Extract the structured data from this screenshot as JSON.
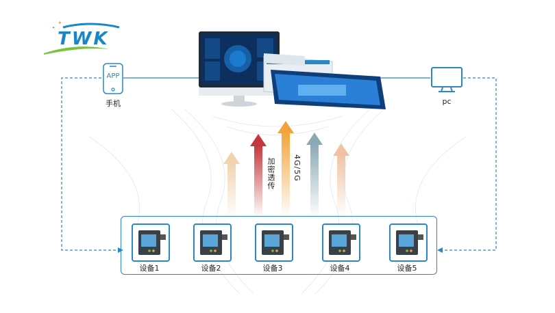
{
  "logo": {
    "text": "TWK"
  },
  "app_icon": {
    "text": "APP",
    "label": "手机"
  },
  "pc": {
    "label": "pc"
  },
  "arrows": [
    {
      "label": "",
      "color": "#f1d3ad"
    },
    {
      "label": "加密透传",
      "color": "#c4373c"
    },
    {
      "label": "4G/5G",
      "color": "#f2a43a"
    },
    {
      "label": "",
      "color": "#8aa9b4"
    },
    {
      "label": "",
      "color": "#efc3a2"
    }
  ],
  "devices": [
    {
      "label": "设备1"
    },
    {
      "label": "设备2"
    },
    {
      "label": "设备3"
    },
    {
      "label": "设备4"
    },
    {
      "label": "设备5"
    }
  ],
  "colors": {
    "line": "#2b86c5",
    "dashed": "#2b86c5",
    "logo": "#1a86c8",
    "logo_swoosh": "#7cc242"
  }
}
